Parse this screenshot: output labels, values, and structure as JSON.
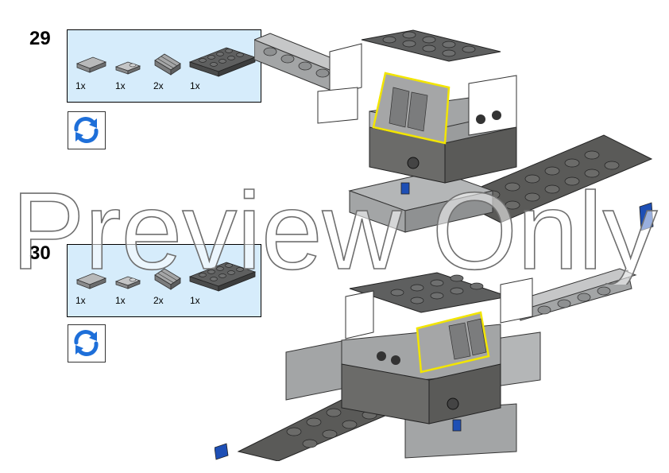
{
  "watermark": {
    "text": "Preview Only"
  },
  "steps": [
    {
      "number": "29",
      "parts": [
        {
          "icon": "tile-1x2-icon",
          "qty": "1x"
        },
        {
          "icon": "slope-1x2-icon",
          "qty": "1x"
        },
        {
          "icon": "grille-slope-icon",
          "qty": "2x"
        },
        {
          "icon": "plate-2x4-icon",
          "qty": "1x"
        }
      ],
      "rotate_icon": "rotate-icon"
    },
    {
      "number": "30",
      "parts": [
        {
          "icon": "tile-1x2-icon",
          "qty": "1x"
        },
        {
          "icon": "slope-1x2-icon",
          "qty": "1x"
        },
        {
          "icon": "grille-slope-icon",
          "qty": "2x"
        },
        {
          "icon": "plate-2x4-icon",
          "qty": "1x"
        }
      ],
      "rotate_icon": "rotate-icon"
    }
  ],
  "colors": {
    "parts_box_bg": "#d6ecfb",
    "dark_gray": "#5a5a58",
    "light_gray": "#a3a5a6",
    "highlight": "#f2e500",
    "rotate_blue": "#1e6fd9"
  }
}
